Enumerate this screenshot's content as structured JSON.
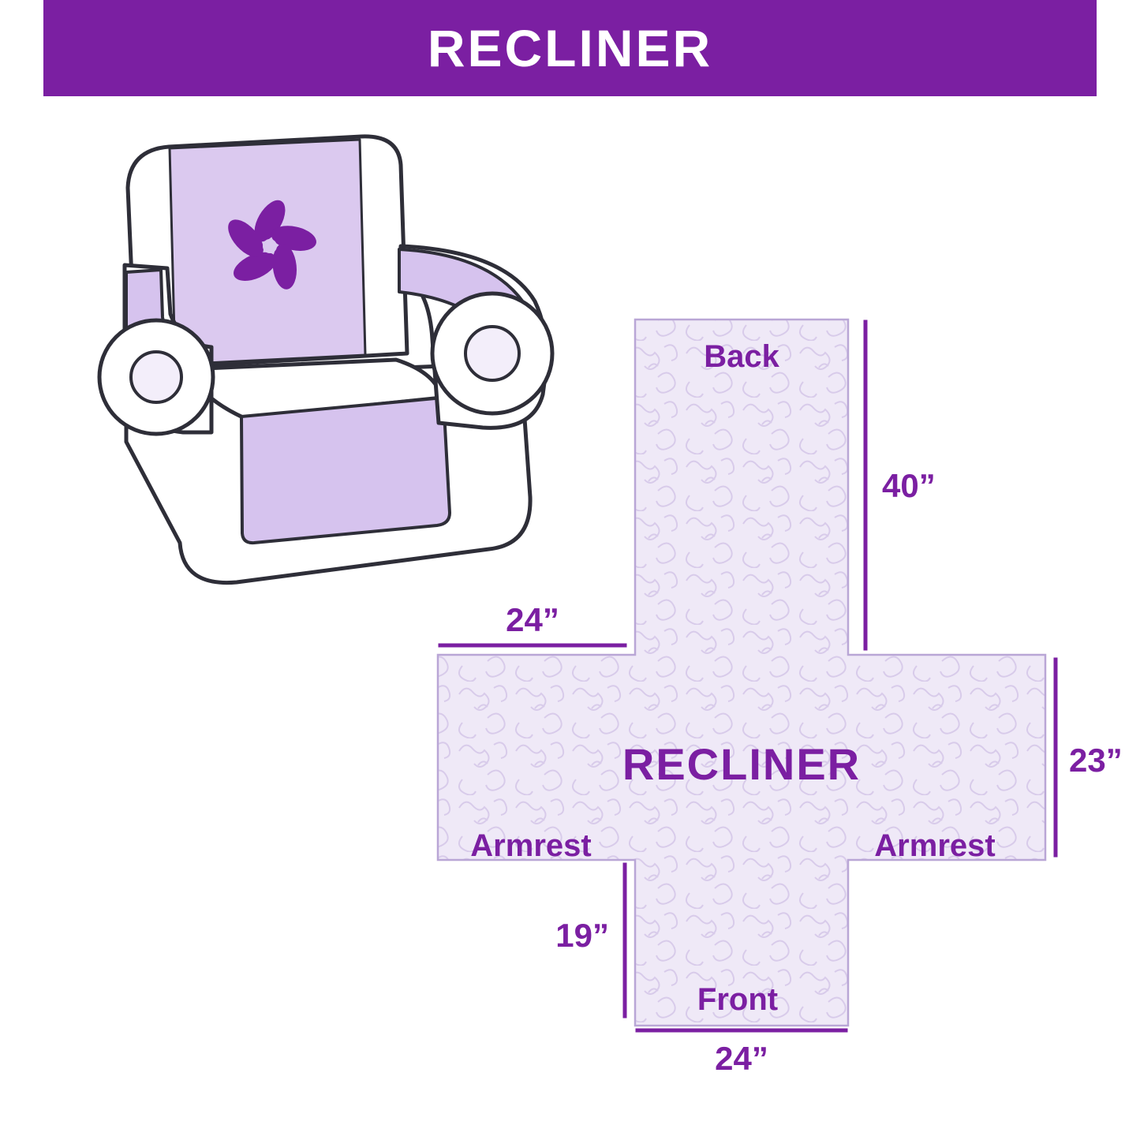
{
  "header": {
    "title": "RECLINER",
    "background_color": "#7b1fa2",
    "text_color": "#ffffff"
  },
  "illustration": {
    "description": "armchair recliner with quilted protective cover draped over back, seat and armrests",
    "cover_color": "#dbc9ef",
    "skirt_color": "#d6c3ee",
    "outline_color": "#2e2e38",
    "logo_icon": "pinwheel-icon",
    "logo_color": "#7b1fa2"
  },
  "diagram": {
    "center_label": "RECLINER",
    "fill_color": "#efe9f7",
    "texture_color": "#d8cbea",
    "accent_color": "#7b1fa2",
    "sections": {
      "top": "Back",
      "left": "Armrest",
      "right": "Armrest",
      "bottom": "Front"
    },
    "dimensions": {
      "back_length": "40”",
      "back_width": "24”",
      "armrest_width": "23”",
      "front_length": "19”",
      "front_width": "24”"
    }
  }
}
